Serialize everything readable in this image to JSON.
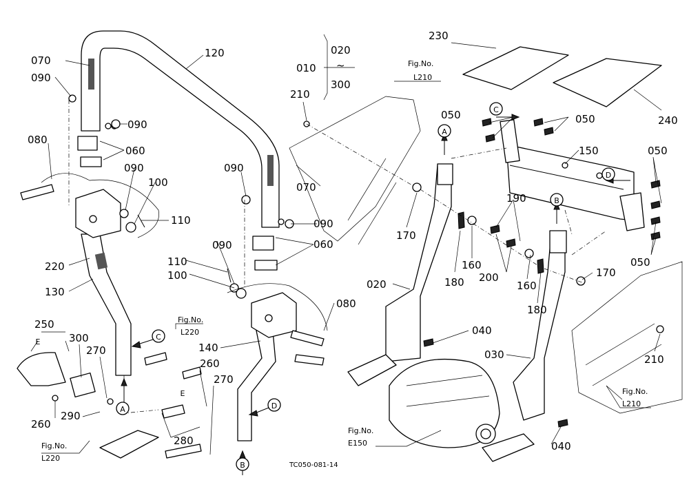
{
  "labels": {
    "p010": "010",
    "p020": "020",
    "p020b": "020",
    "tilde": "~",
    "p300top": "300",
    "p030": "030",
    "p040a": "040",
    "p040b": "040",
    "p050a": "050",
    "p050b": "050",
    "p050c": "050",
    "p050d": "050",
    "p060a": "060",
    "p060b": "060",
    "p070a": "070",
    "p070b": "070",
    "p080a": "080",
    "p080b": "080",
    "p090a": "090",
    "p090b": "090",
    "p090c": "090",
    "p090d": "090",
    "p090e": "090",
    "p090f": "090",
    "p100a": "100",
    "p100b": "100",
    "p110a": "110",
    "p110b": "110",
    "p120": "120",
    "p130": "130",
    "p140": "140",
    "p150": "150",
    "p160a": "160",
    "p160b": "160",
    "p170a": "170",
    "p170b": "170",
    "p180a": "180",
    "p180b": "180",
    "p190": "190",
    "p200": "200",
    "p210a": "210",
    "p210b": "210",
    "p220": "220",
    "p230": "230",
    "p240": "240",
    "p250": "250",
    "p260a": "260",
    "p260b": "260",
    "p270a": "270",
    "p270b": "270",
    "p280": "280",
    "p290": "290",
    "p300": "300"
  },
  "markers": {
    "A1": "A",
    "A2": "A",
    "B1": "B",
    "B2": "B",
    "C1": "C",
    "C2": "C",
    "D1": "D",
    "D2": "D",
    "E1": "E",
    "E2": "E"
  },
  "fig_refs": {
    "fig_label": "Fig.No.",
    "l210_top": "L210",
    "l210_right": "L210",
    "l220_mid": "L220",
    "l220_bottom": "L220",
    "e150": "E150"
  },
  "drawing_code": "TC050-081-14"
}
